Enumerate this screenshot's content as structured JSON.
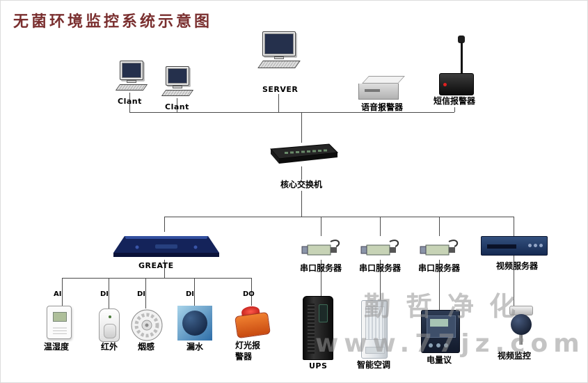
{
  "title": "无菌环境监控系统示意图",
  "top": {
    "client1": "Clant",
    "client2": "Clant",
    "server": "SERVER",
    "voice_alarm": "语音报警器",
    "sms_alarm": "短信报警器"
  },
  "switch_label": "核心交换机",
  "mid": {
    "greate": "GREATE",
    "serial1": "串口服务器",
    "serial2": "串口服务器",
    "serial3": "串口服务器",
    "video_server": "视频服务器"
  },
  "sensors": [
    {
      "port": "AI",
      "label": "温湿度"
    },
    {
      "port": "DI",
      "label": "红外"
    },
    {
      "port": "DI",
      "label": "烟感"
    },
    {
      "port": "DI",
      "label": "漏水"
    },
    {
      "port": "DO",
      "label": "灯光报\n警器"
    }
  ],
  "bottom": {
    "ups": "UPS",
    "ac": "智能空调",
    "meter": "电量议",
    "camera": "视频监控"
  },
  "watermark": {
    "line1": "勤哲净化",
    "line2": "www.77jz.com"
  },
  "colors": {
    "title": "#7a2f2f",
    "line": "#4a4a4a",
    "watermark": "#949494"
  }
}
